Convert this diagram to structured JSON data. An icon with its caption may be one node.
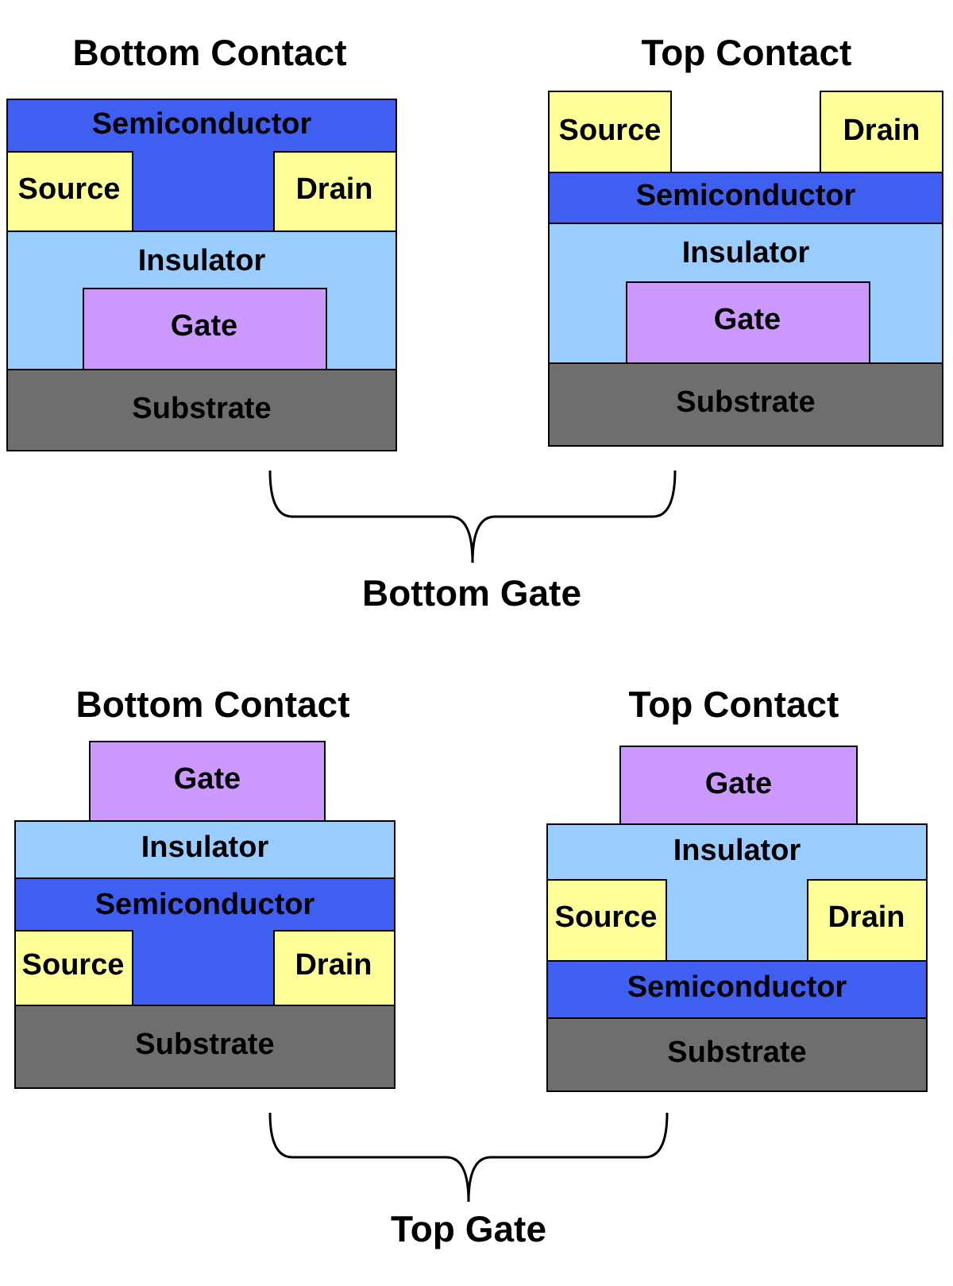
{
  "diagram": {
    "nodes": [
      {
        "text": [
          "Semiconductor"
        ]
      },
      {
        "text": [
          "Source"
        ],
        "in": 0
      },
      {
        "text": [
          "Drain"
        ],
        "in": 0
      },
      {
        "text": [
          "Insulator"
        ]
      },
      {
        "text": [
          "Gate"
        ],
        "in": 3
      },
      {
        "text": [
          "Substrate"
        ]
      },
      {
        "text": [
          "Source"
        ]
      },
      {
        "text": [
          "Drain"
        ]
      },
      {
        "text": [
          "Semiconductor"
        ]
      },
      {
        "text": [
          "Insulator"
        ]
      },
      {
        "text": [
          "Gate"
        ],
        "in": 9
      },
      {
        "text": [
          "Substrate"
        ]
      },
      {
        "text": [
          "Gate"
        ]
      },
      {
        "text": [
          "Insulator"
        ]
      },
      {
        "text": [
          "Semiconductor"
        ]
      },
      {
        "text": [
          "Source"
        ],
        "in": 14
      },
      {
        "text": [
          "Drain"
        ],
        "in": 14
      },
      {
        "text": [
          "Substrate"
        ]
      },
      {
        "text": [
          "Gate"
        ]
      },
      {
        "text": [
          "Insulator"
        ]
      },
      {
        "text": [
          "Source"
        ],
        "in": 19
      },
      {
        "text": [
          "Drain"
        ],
        "in": 19
      },
      {
        "text": [
          "Semiconductor"
        ]
      },
      {
        "text": [
          "Substrate"
        ]
      }
    ],
    "edges": [],
    "labels": [
      "Bottom Contact",
      "Top Contact",
      "Bottom Gate",
      "Bottom Contact",
      "Top Contact",
      "Top Gate"
    ]
  }
}
